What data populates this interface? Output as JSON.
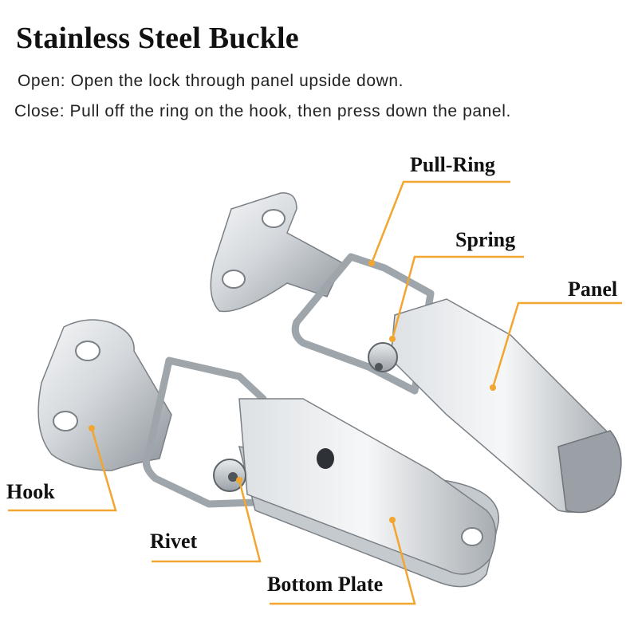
{
  "title": "Stainless Steel Buckle",
  "instructions": {
    "open": "Open: Open the lock through panel upside down.",
    "close": "Close: Pull off the ring on the hook, then press down the panel."
  },
  "labels": {
    "pull_ring": "Pull-Ring",
    "spring": "Spring",
    "panel": "Panel",
    "hook": "Hook",
    "rivet": "Rivet",
    "bottom_plate": "Bottom Plate"
  },
  "colors": {
    "leader": "#F2A630",
    "steel_light": "#EEF0F2",
    "steel_mid": "#BFC4C9",
    "steel_dark": "#6E747A"
  }
}
